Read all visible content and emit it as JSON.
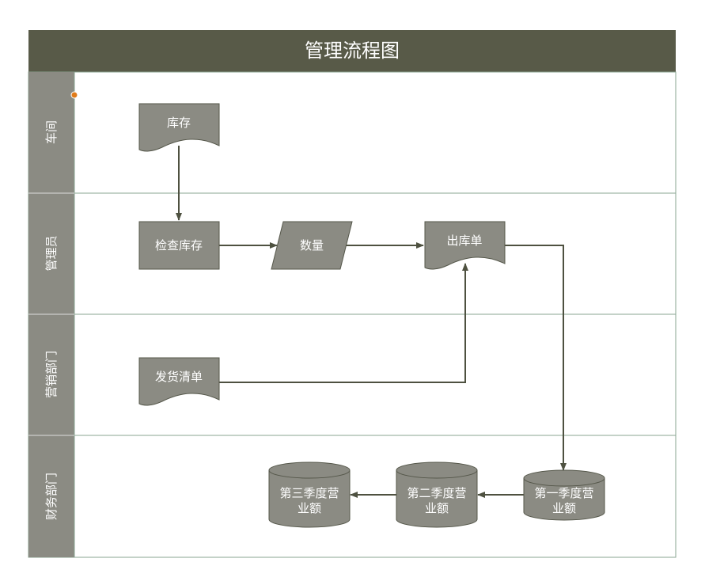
{
  "title": "管理流程图",
  "colors": {
    "header": "#585a48",
    "lane_header": "#8b8b83",
    "node_fill": "#8b8b83",
    "node_stroke": "#55574a",
    "lane_line": "#8aa492",
    "arrow": "#4e5140",
    "accent_dot": "#e07b1a"
  },
  "lanes": [
    {
      "label": "车间"
    },
    {
      "label": "管理员"
    },
    {
      "label": "营销部门"
    },
    {
      "label": "财务部门"
    }
  ],
  "nodes": {
    "inventory": {
      "label": "库存"
    },
    "check_inventory": {
      "label": "检查库存"
    },
    "quantity": {
      "label": "数量"
    },
    "outbound_order": {
      "label": "出库单"
    },
    "shipping_list": {
      "label": "发货清单"
    },
    "q1_revenue": {
      "line1": "第一季度营",
      "line2": "业额"
    },
    "q2_revenue": {
      "line1": "第二季度营",
      "line2": "业额"
    },
    "q3_revenue": {
      "line1": "第三季度营",
      "line2": "业额"
    }
  }
}
